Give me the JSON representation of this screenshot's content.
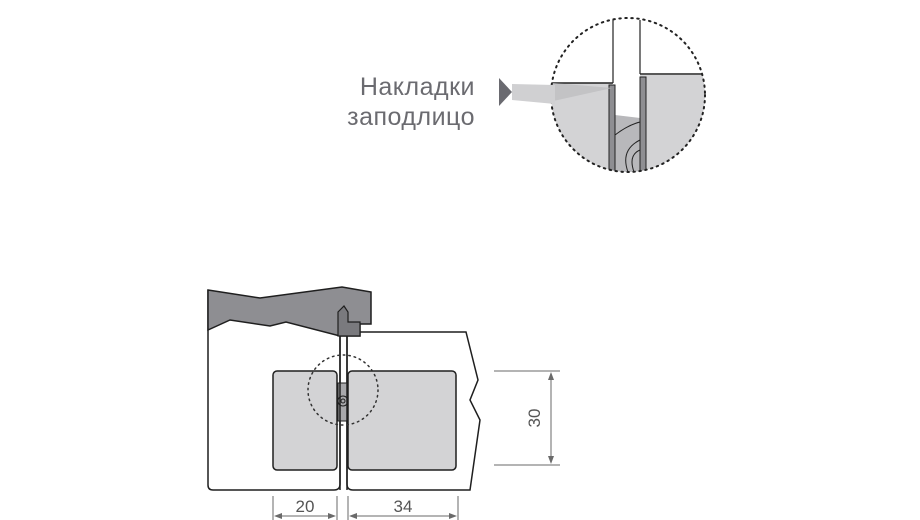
{
  "callout": {
    "line1": "Накладки",
    "line2": "заподлицо"
  },
  "dimensions": {
    "left_width": "20",
    "right_width": "34",
    "height": "30"
  },
  "colors": {
    "frame_dark": "#8e8e92",
    "panel_light": "#d3d3d5",
    "outline": "#1f1f1f",
    "text": "#6b6b70",
    "dimension": "#6a6a6a"
  }
}
